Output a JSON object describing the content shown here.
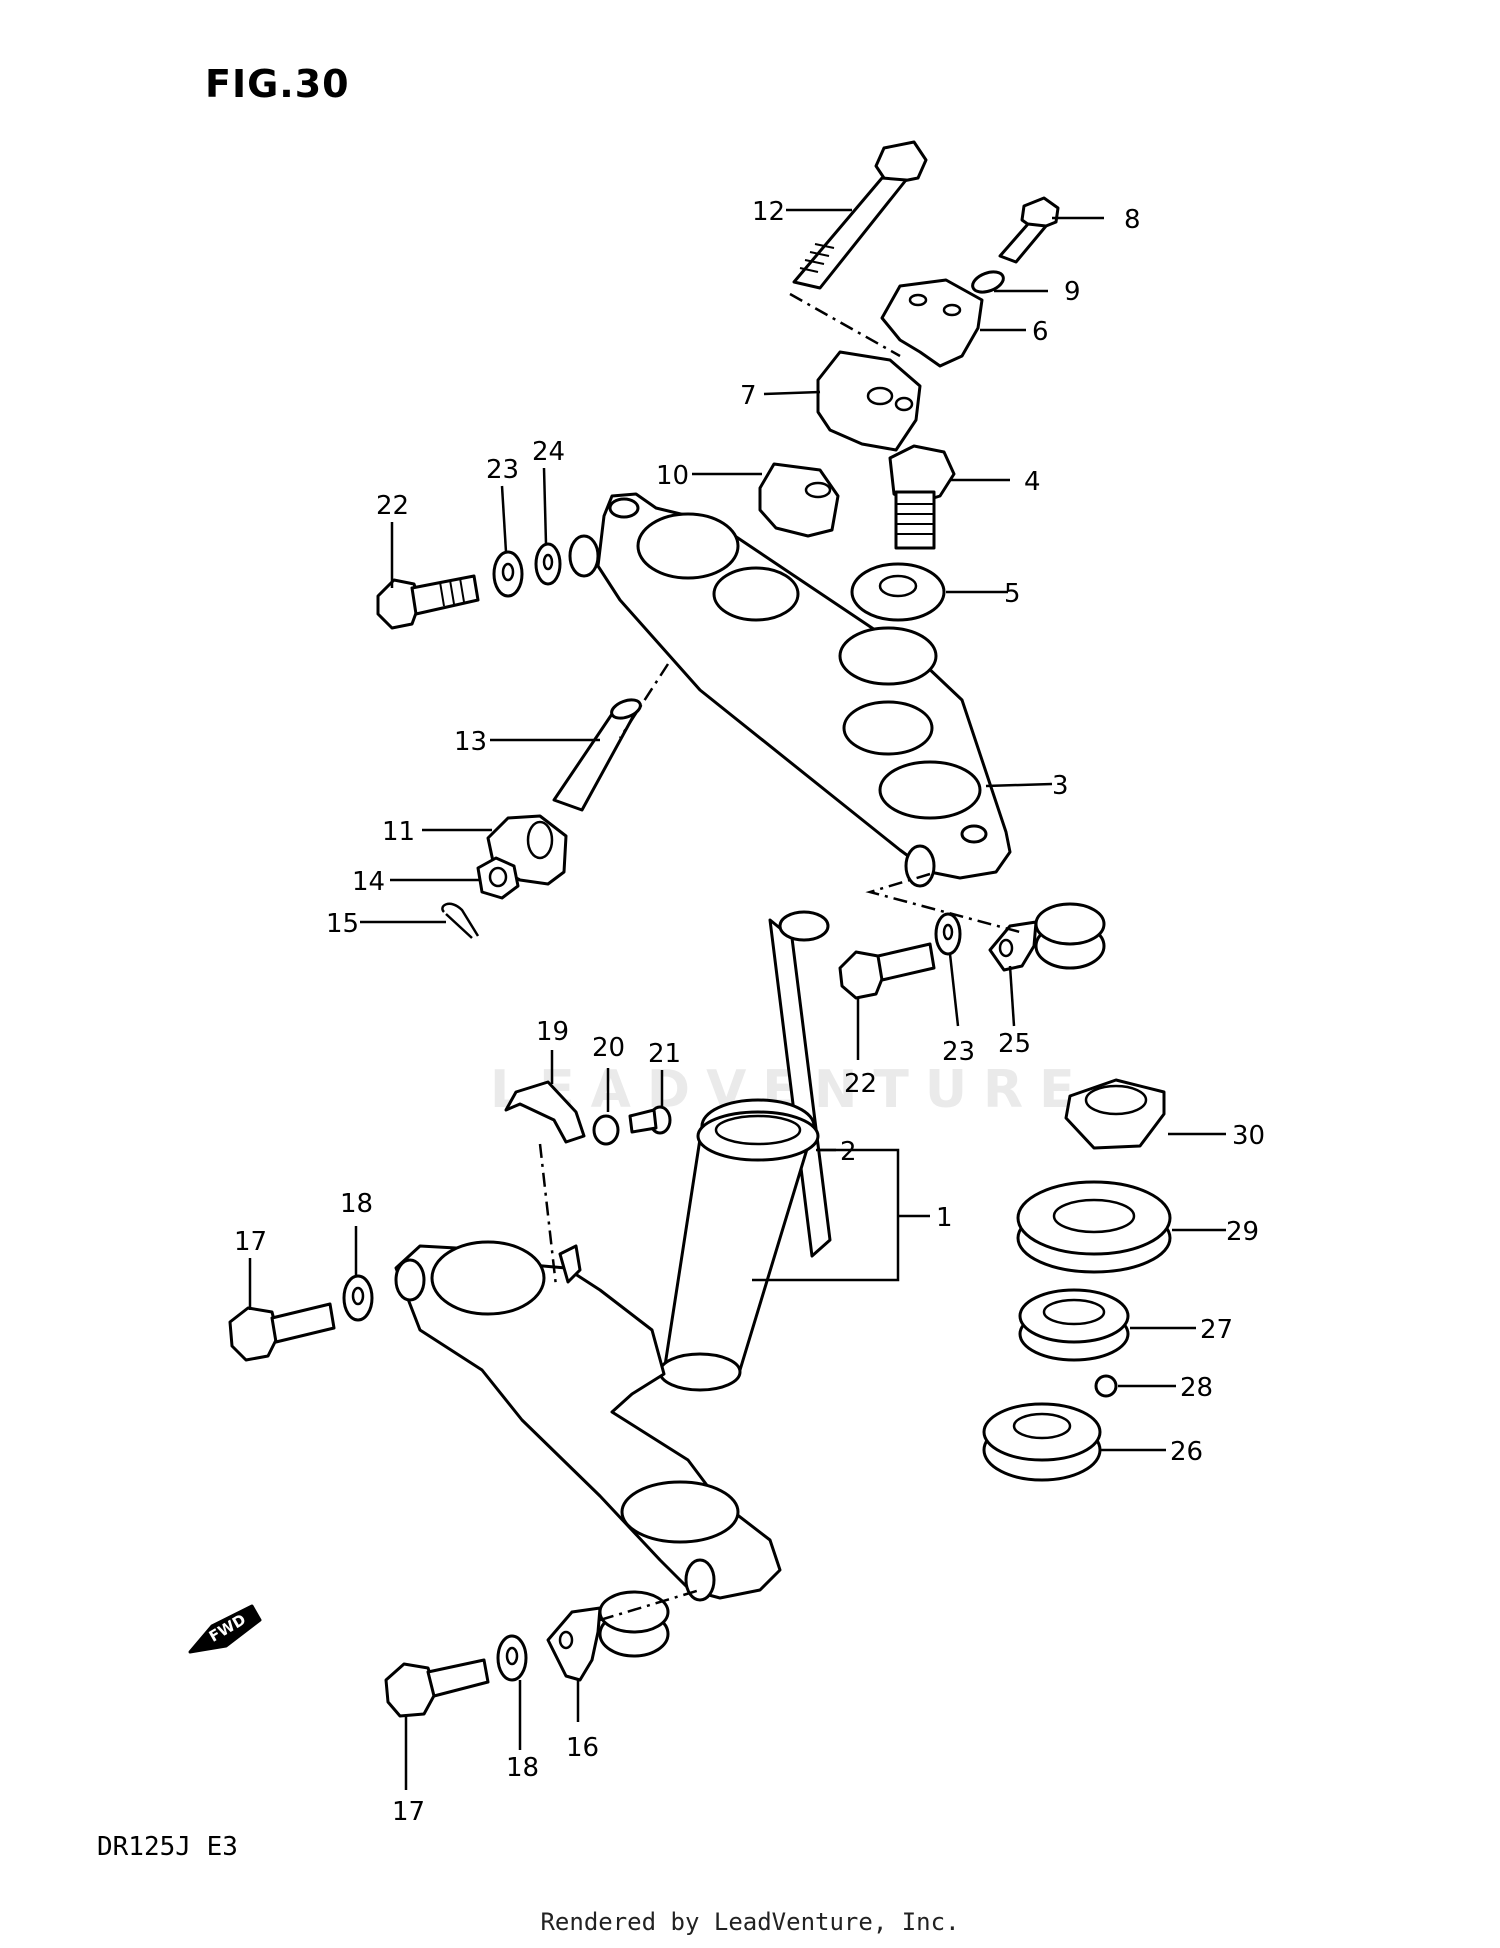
{
  "figure": {
    "title": "FIG.30",
    "model": "DR125J  E3",
    "footer": "Rendered by LeadVenture, Inc.",
    "watermark": "LEADVENTURE"
  },
  "callouts": {
    "p1": "1",
    "p2": "2",
    "p3": "3",
    "p4": "4",
    "p5": "5",
    "p6": "6",
    "p7": "7",
    "p8": "8",
    "p9": "9",
    "p10": "10",
    "p11": "11",
    "p12": "12",
    "p13": "13",
    "p14": "14",
    "p15": "15",
    "p16": "16",
    "p17a": "17",
    "p17b": "17",
    "p18a": "18",
    "p18b": "18",
    "p19": "19",
    "p20": "20",
    "p21": "21",
    "p22a": "22",
    "p22b": "22",
    "p23a": "23",
    "p23b": "23",
    "p24": "24",
    "p25": "25",
    "p26": "26",
    "p27": "27",
    "p28": "28",
    "p29": "29",
    "p30": "30"
  },
  "fwd_label": "FWD"
}
